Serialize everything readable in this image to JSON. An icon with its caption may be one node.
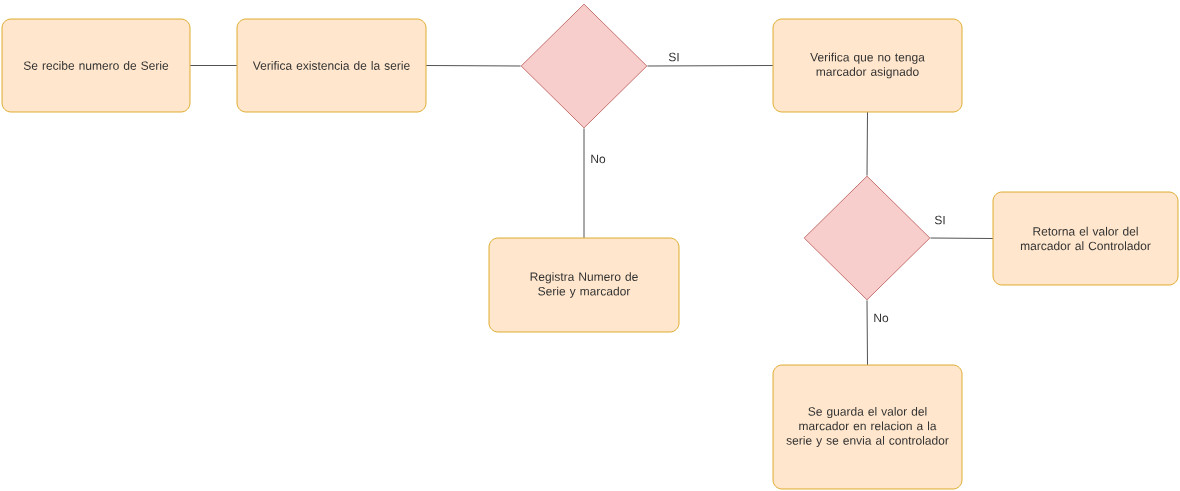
{
  "diagram": {
    "nodes": [
      {
        "text": [
          "Se recibe numero de Serie"
        ]
      },
      {
        "text": [
          "Verifica existencia de la serie"
        ]
      },
      {
        "text": [],
        "shape": "diamond"
      },
      {
        "text": [
          "Verifica que no tenga marcador asignado"
        ]
      },
      {
        "text": [
          "Registra Numero de Serie y marcador"
        ]
      },
      {
        "text": [],
        "shape": "diamond"
      },
      {
        "text": [
          "Retorna el valor del marcador al Controlador"
        ]
      },
      {
        "text": [
          "Se guarda el valor del marcador en relacion a la serie y se envia al controlador"
        ]
      }
    ],
    "edges": [
      {
        "from": 0,
        "to": 1,
        "arrow": "none"
      },
      {
        "from": 1,
        "to": 2,
        "arrow": "none"
      },
      {
        "from": 2,
        "to": 3,
        "arrow": "none",
        "label": "SI"
      },
      {
        "from": 2,
        "to": 4,
        "arrow": "none",
        "label": "No"
      },
      {
        "from": 3,
        "to": 5,
        "arrow": "none"
      },
      {
        "from": 5,
        "to": 6,
        "arrow": "none",
        "label": "SI"
      },
      {
        "from": 5,
        "to": 7,
        "arrow": "none",
        "label": "No"
      }
    ]
  }
}
